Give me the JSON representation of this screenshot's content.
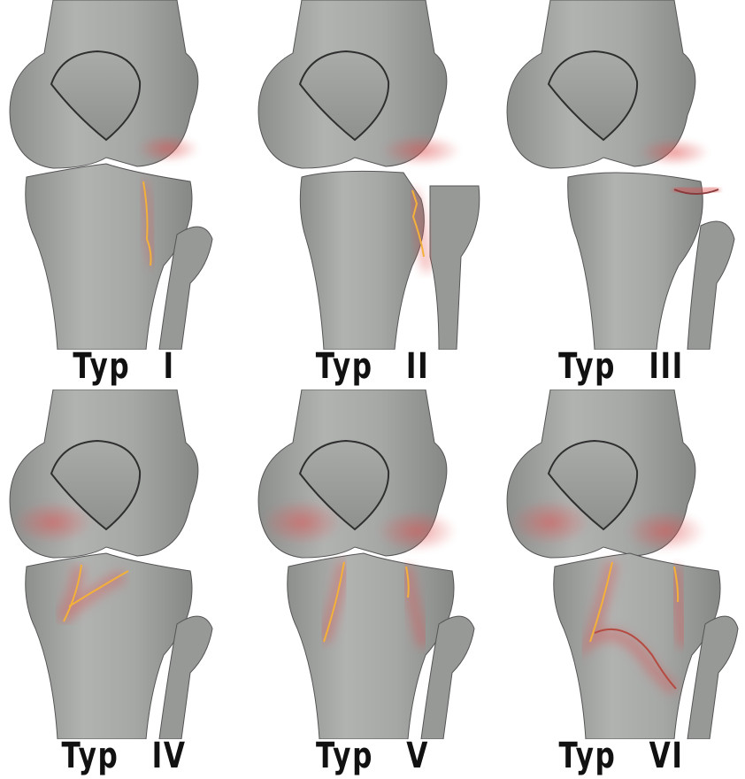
{
  "panels": [
    {
      "label": "Typ   I"
    },
    {
      "label": "Typ   II"
    },
    {
      "label": "Typ   III"
    },
    {
      "label": "Typ   IV"
    },
    {
      "label": "Typ   V"
    },
    {
      "label": "Typ   VI"
    }
  ],
  "colors": {
    "bone": "#a3a5a3",
    "bone_shadow": "#7f817f",
    "outline": "#2f2f2f",
    "fracture_line": "#f3b13a",
    "fracture_glow": "#e0504f"
  }
}
